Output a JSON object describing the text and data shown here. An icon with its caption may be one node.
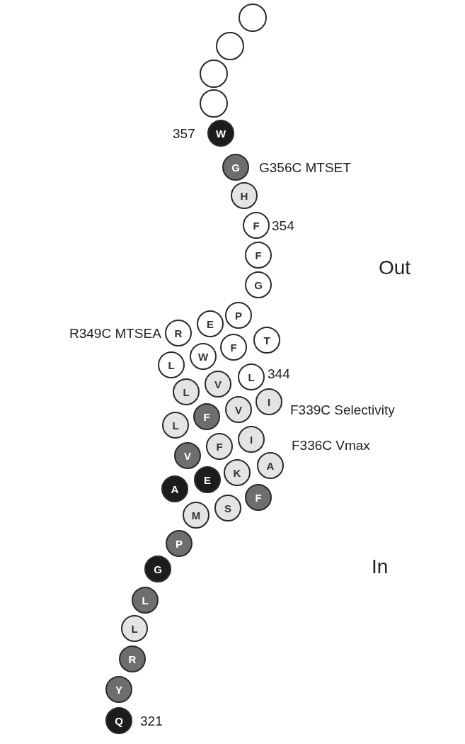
{
  "diagram": {
    "nodes": [
      {
        "text": [],
        "shape": "circle"
      },
      {
        "text": [],
        "shape": "circle"
      },
      {
        "text": [],
        "shape": "circle"
      },
      {
        "text": [],
        "shape": "circle"
      },
      {
        "text": [
          "W"
        ],
        "beside": [
          "357"
        ]
      },
      {
        "text": [
          "G"
        ],
        "beside": [
          "G356C MTSET"
        ]
      },
      {
        "text": [
          "H"
        ]
      },
      {
        "text": [
          "F"
        ],
        "beside": [
          "354"
        ]
      },
      {
        "text": [
          "F"
        ]
      },
      {
        "text": [
          "G"
        ]
      },
      {
        "text": [
          "P"
        ]
      },
      {
        "text": [
          "E"
        ]
      },
      {
        "text": [
          "R"
        ],
        "beside": [
          "R349C MTSEA"
        ]
      },
      {
        "text": [
          "T"
        ]
      },
      {
        "text": [
          "F"
        ]
      },
      {
        "text": [
          "W"
        ]
      },
      {
        "text": [
          "L"
        ]
      },
      {
        "text": [
          "L"
        ],
        "beside": [
          "344"
        ]
      },
      {
        "text": [
          "V"
        ]
      },
      {
        "text": [
          "L"
        ]
      },
      {
        "text": [
          "I"
        ]
      },
      {
        "text": [
          "V"
        ]
      },
      {
        "text": [
          "F"
        ]
      },
      {
        "text": [
          "L"
        ]
      },
      {
        "text": [
          "I"
        ]
      },
      {
        "text": [
          "F"
        ]
      },
      {
        "text": [
          "V"
        ]
      },
      {
        "text": [
          "A"
        ]
      },
      {
        "text": [
          "K"
        ]
      },
      {
        "text": [
          "E"
        ]
      },
      {
        "text": [
          "A"
        ]
      },
      {
        "text": [
          "F"
        ]
      },
      {
        "text": [
          "S"
        ]
      },
      {
        "text": [
          "M"
        ]
      },
      {
        "text": [
          "P"
        ]
      },
      {
        "text": [
          "G"
        ]
      },
      {
        "text": [
          "L"
        ]
      },
      {
        "text": [
          "L"
        ]
      },
      {
        "text": [
          "R"
        ]
      },
      {
        "text": [
          "Y"
        ]
      },
      {
        "text": [
          "Q"
        ],
        "beside": [
          "321"
        ]
      }
    ],
    "labels": [
      "Out",
      "F339C Selectivity",
      "F336C Vmax",
      "In"
    ]
  }
}
